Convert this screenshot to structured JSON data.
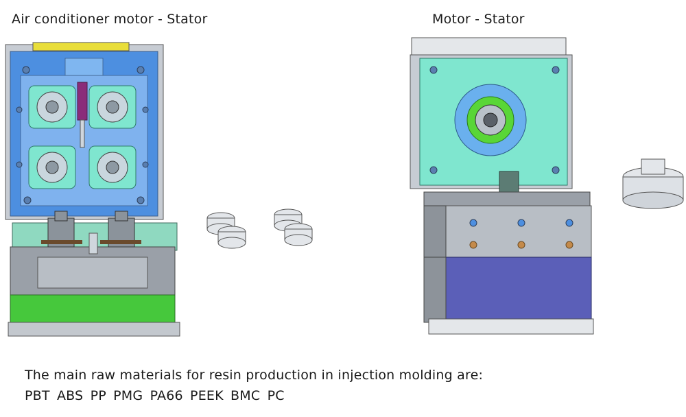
{
  "titles": {
    "left": "Air conditioner motor - Stator",
    "right": "Motor - Stator"
  },
  "caption": "The main raw materials for resin production in injection molding are:",
  "materials": [
    "PBT",
    "ABS",
    "PP",
    "PMG",
    "PA66",
    "PEEK",
    "BMC",
    "PC"
  ],
  "colors": {
    "mold_blue": "#4d8fe0",
    "cavity_teal": "#7fe6cf",
    "mold_green": "#46c83c",
    "mold_grey": "#9aa0a8",
    "mold_purple": "#5b5fb8",
    "sprue_purple": "#8a2c7a",
    "slot_yellow": "#e9de3a",
    "ring_green": "#59d637"
  }
}
